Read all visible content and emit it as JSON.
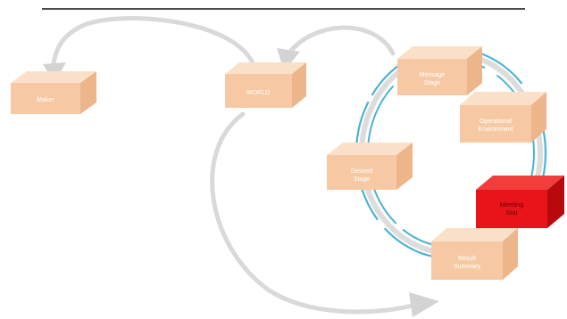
{
  "colors": {
    "background": "#ffffff",
    "top_rule": "#111111",
    "box_face": "#f6c9a4",
    "box_top": "#fbe0c9",
    "box_side": "#edb58a",
    "box_text": "#ffffff",
    "highlight_face": "#e8141a",
    "highlight_top": "#f23d3d",
    "highlight_side": "#b80a0e",
    "highlight_text": "#6a0000",
    "arrow_gray": "#d9d9d9",
    "cycle_blue": "#4ab3d6"
  },
  "boxes": [
    {
      "id": "box-far-left",
      "label_lines": [
        "Maker"
      ],
      "highlight": false
    },
    {
      "id": "box-middle",
      "label_lines": [
        "WORLD"
      ],
      "highlight": false
    },
    {
      "id": "box-cycle-top",
      "label_lines": [
        "Message",
        "Stage"
      ],
      "highlight": false
    },
    {
      "id": "box-cycle-right-top",
      "label_lines": [
        "Operational",
        "Environment"
      ],
      "highlight": false
    },
    {
      "id": "box-cycle-left",
      "label_lines": [
        "Desired",
        "Stage"
      ],
      "highlight": false
    },
    {
      "id": "box-cycle-highlight",
      "label_lines": [
        "Meeting",
        "Stat"
      ],
      "highlight": true
    },
    {
      "id": "box-cycle-bottom",
      "label_lines": [
        "Result",
        "Summary"
      ],
      "highlight": false
    }
  ],
  "icons": {
    "arrow_head": "arrow-head-icon"
  }
}
